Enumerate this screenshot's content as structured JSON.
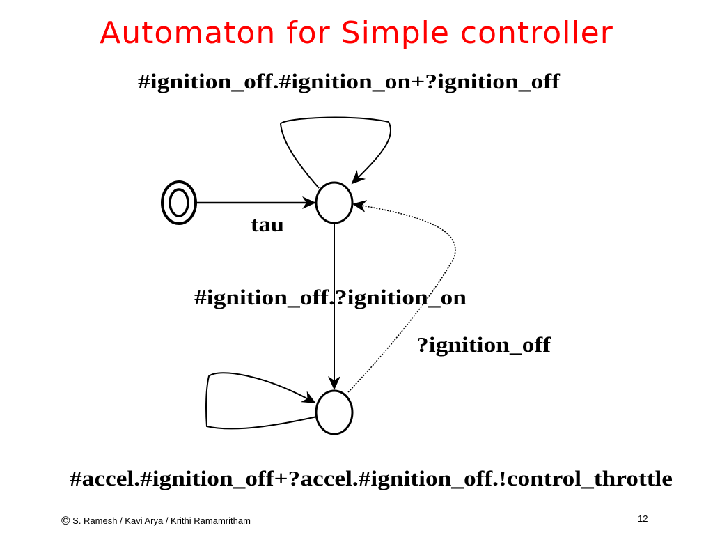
{
  "slide": {
    "title": "Automaton for Simple controller",
    "page_number": "12"
  },
  "diagram": {
    "labels": {
      "top_self_loop": "#ignition_off.#ignition_on+?ignition_off",
      "initial_transition": "tau",
      "down_transition": "#ignition_off.?ignition_on",
      "up_transition": "?ignition_off",
      "bottom_self_loop": "#accel.#ignition_off+?accel.#ignition_off.!control_throttle"
    }
  },
  "footer": {
    "copyright_symbol": "©",
    "authors": "S. Ramesh / Kavi Arya / Krithi Ramamritham"
  }
}
